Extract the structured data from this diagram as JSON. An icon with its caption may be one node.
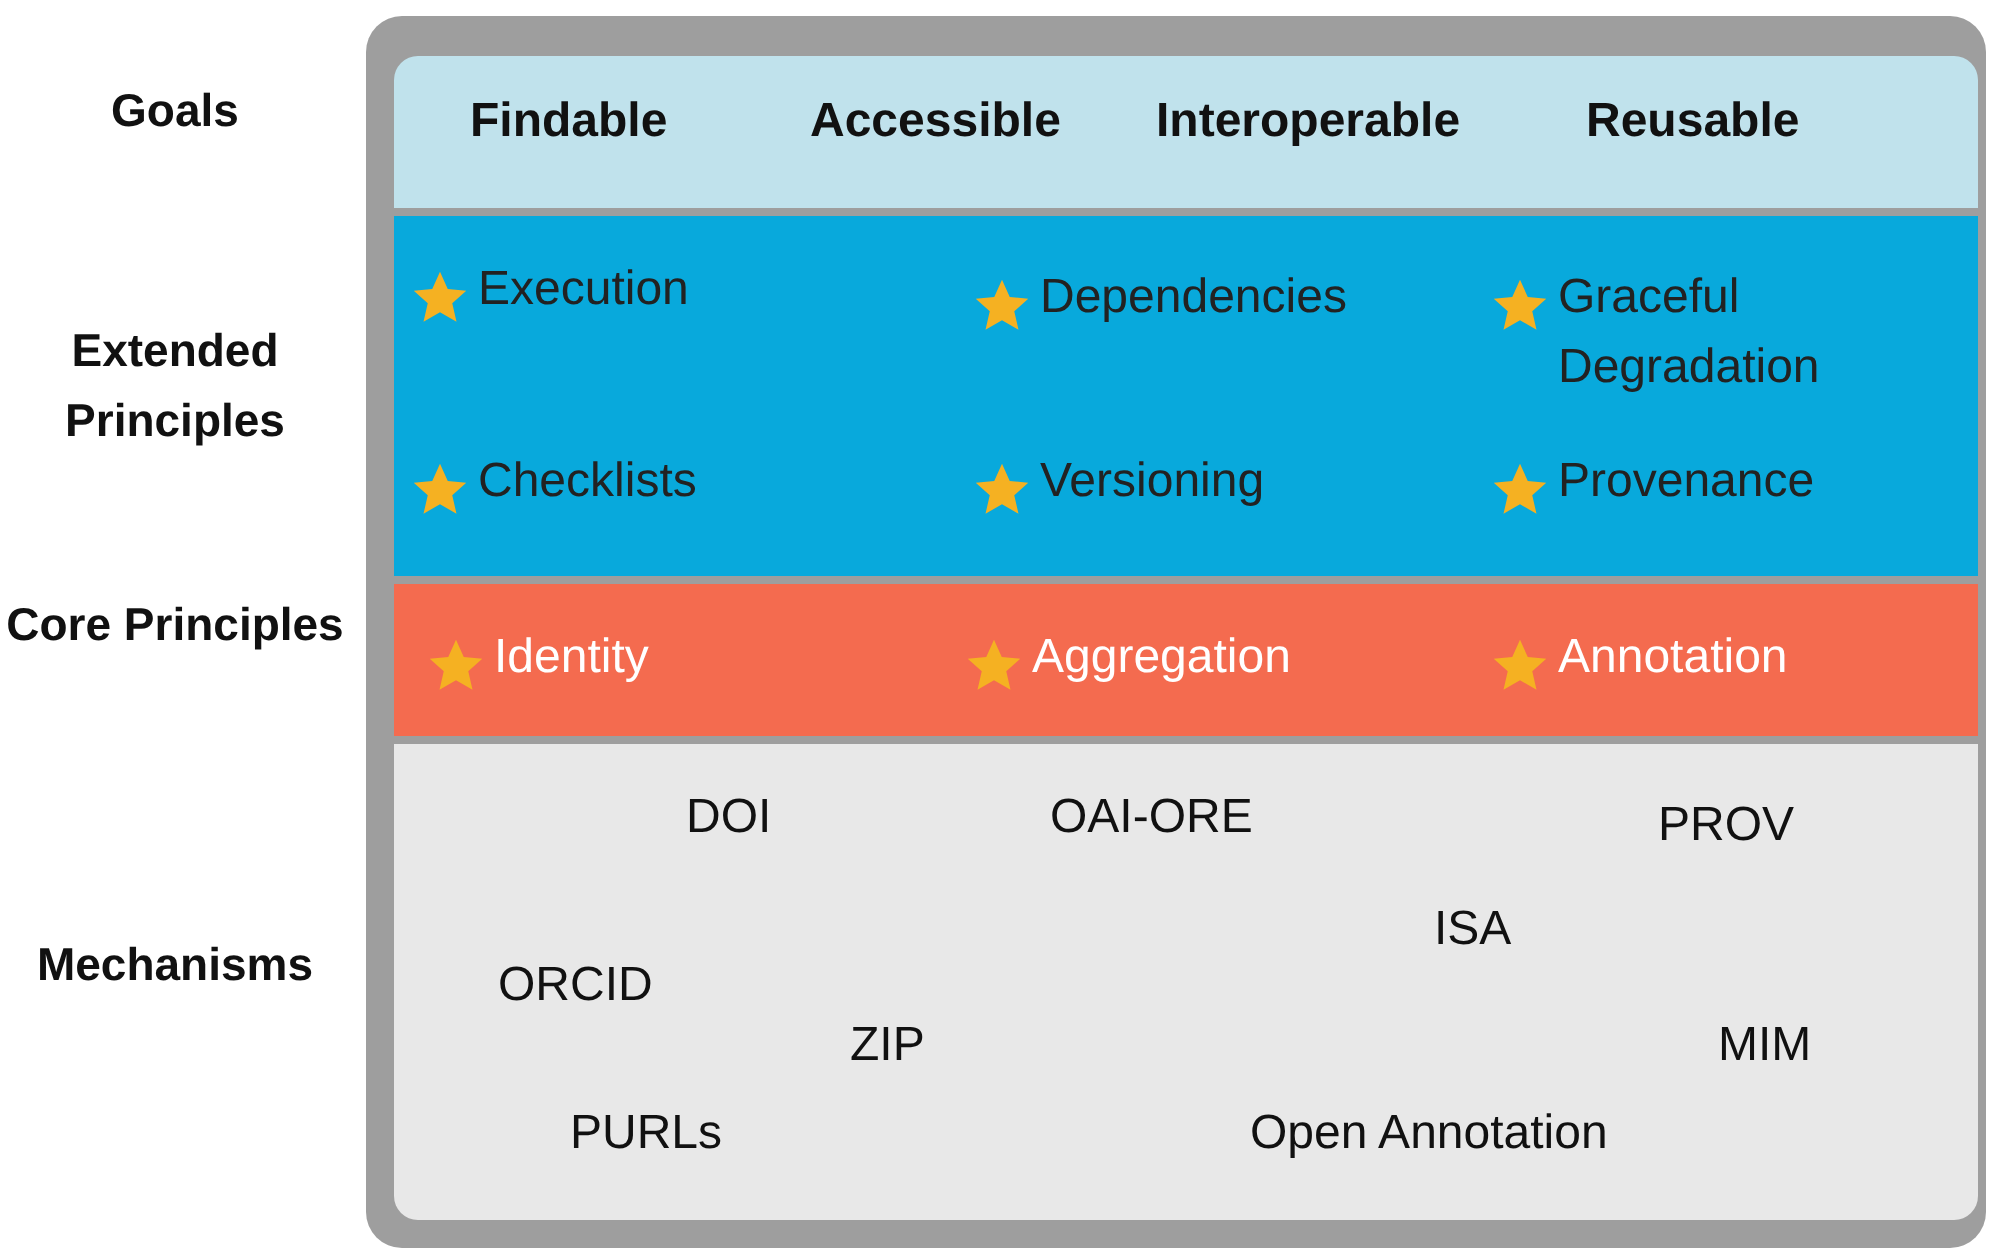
{
  "diagram": {
    "nodes": [
      {
        "text": [
          "Goals",
          "Findable",
          "Accessible",
          "Interoperable",
          "Reusable"
        ]
      },
      {
        "text": [
          "Extended Principles",
          "Execution",
          "Dependencies",
          "Graceful Degradation",
          "Checklists",
          "Versioning",
          "Provenance"
        ]
      },
      {
        "text": [
          "Core Principles",
          "Identity",
          "Aggregation",
          "Annotation"
        ]
      },
      {
        "text": [
          "Mechanisms",
          "DOI",
          "OAI-ORE",
          "PROV",
          "ISA",
          "ORCID",
          "ZIP",
          "MIM",
          "PURLs",
          "Open Annotation"
        ]
      }
    ]
  }
}
